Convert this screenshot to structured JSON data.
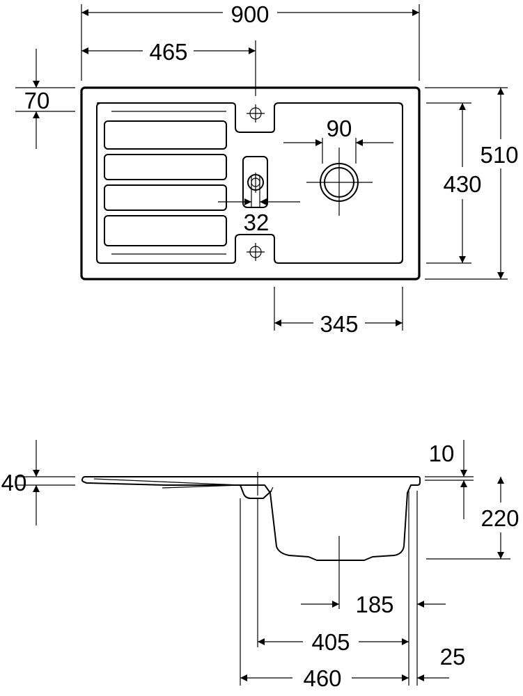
{
  "top_view": {
    "overall_width": "900",
    "centerline_offset": "465",
    "tap_hole_offset": "70",
    "overall_depth": "510",
    "bowl_depth": "430",
    "waste_diameter": "90",
    "overflow_diameter": "32",
    "bowl_width": "345"
  },
  "side_view": {
    "drainer_thickness": "40",
    "rim_thickness": "10",
    "bowl_depth": "220",
    "waste_offset": "185",
    "bowl_inner_width": "405",
    "bowl_outer_width": "460",
    "edge_offset": "25"
  }
}
